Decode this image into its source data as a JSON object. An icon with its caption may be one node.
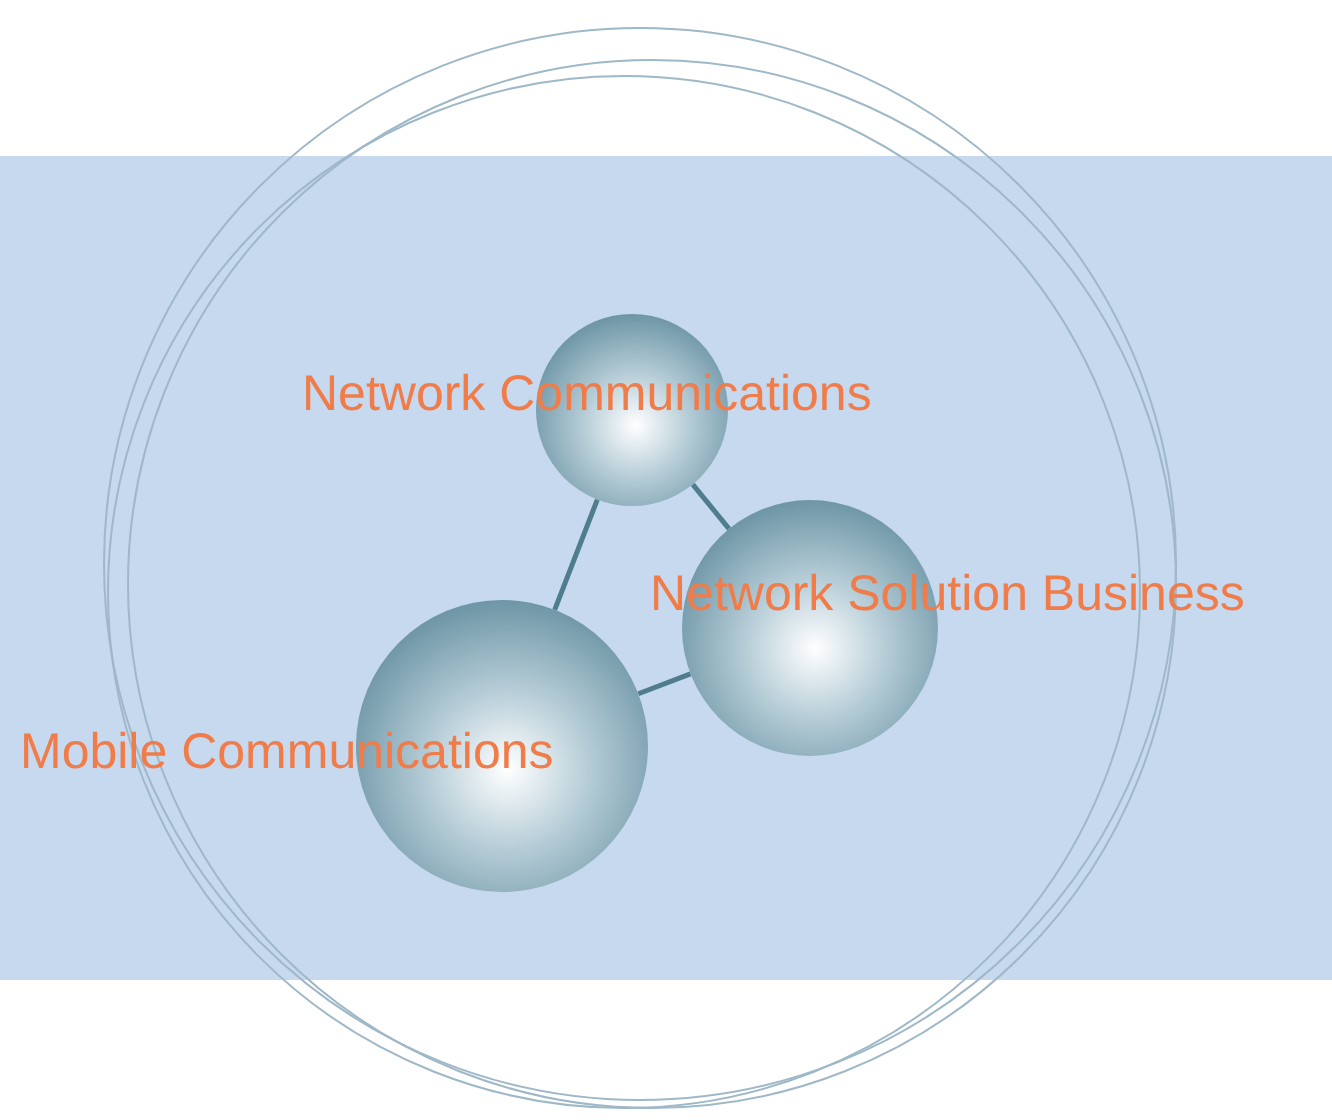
{
  "diagram": {
    "nodes": [
      {
        "text": [
          "Network Communications"
        ]
      },
      {
        "text": [
          "Network Solution Business"
        ]
      },
      {
        "text": [
          "Mobile Communications"
        ]
      }
    ],
    "edges": [
      {
        "from": 0,
        "to": 2,
        "arrow": "none"
      },
      {
        "from": 0,
        "to": 1,
        "arrow": "none"
      },
      {
        "from": 1,
        "to": 2,
        "arrow": "none"
      }
    ]
  }
}
